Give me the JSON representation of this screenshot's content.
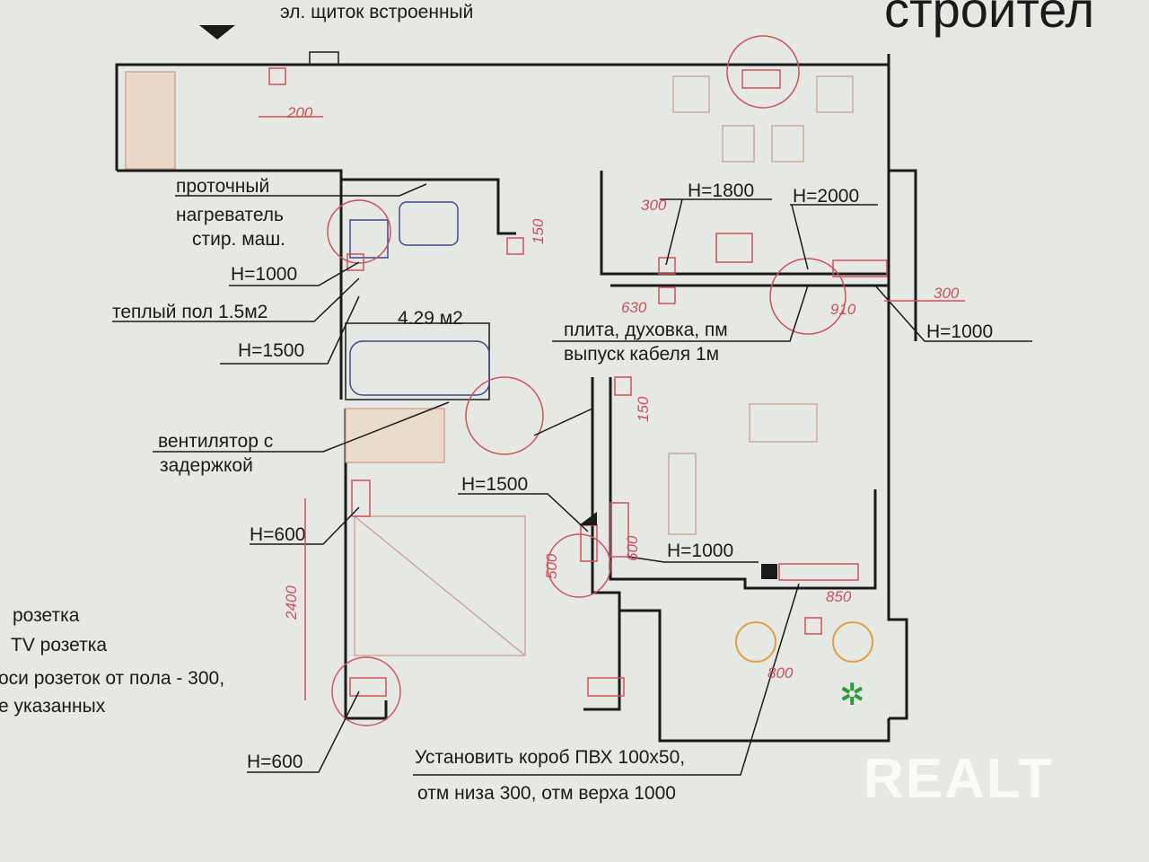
{
  "header": {
    "title_partial": "строител",
    "panel_label": "эл. щиток встроенный"
  },
  "labels": {
    "heater_1": "проточный",
    "heater_2": "нагреватель",
    "heater_3": "стир. маш.",
    "h1000_bath": "H=1000",
    "warm_floor": "теплый пол 1.5м2",
    "h1500_bath": "H=1500",
    "bath_area": "4.29 м2",
    "h1800": "H=1800",
    "h2000": "H=2000",
    "h1000_kitchen": "H=1000",
    "stove_1": "плита, духовка, пм",
    "stove_2": "выпуск кабеля 1м",
    "fan_1": "вентилятор с",
    "fan_2": "задержкой",
    "h1500_bed": "H=1500",
    "h600_bed": "H=600",
    "h1000_living": "H=1000",
    "h600_bottom": "H=600",
    "box_1": "Установить короб ПВХ 100х50,",
    "box_2": "отм низа 300, отм верха 1000"
  },
  "dimensions": {
    "d200": "200",
    "d300_k": "300",
    "d150_top": "150",
    "d630": "630",
    "d910": "910",
    "d300_r": "300",
    "d150_mid": "150",
    "d500": "500",
    "d600": "600",
    "d2400": "2400",
    "d850": "850",
    "d800": "800"
  },
  "legend": {
    "socket": "розетка",
    "tv_socket": "TV розетка",
    "note_1": "оси розеток от пола - 300,",
    "note_2": "е указанных"
  },
  "watermark": "REALT",
  "colors": {
    "wall": "#1a1a1a",
    "socket": "#d0505a",
    "background": "#e6e8e3"
  }
}
